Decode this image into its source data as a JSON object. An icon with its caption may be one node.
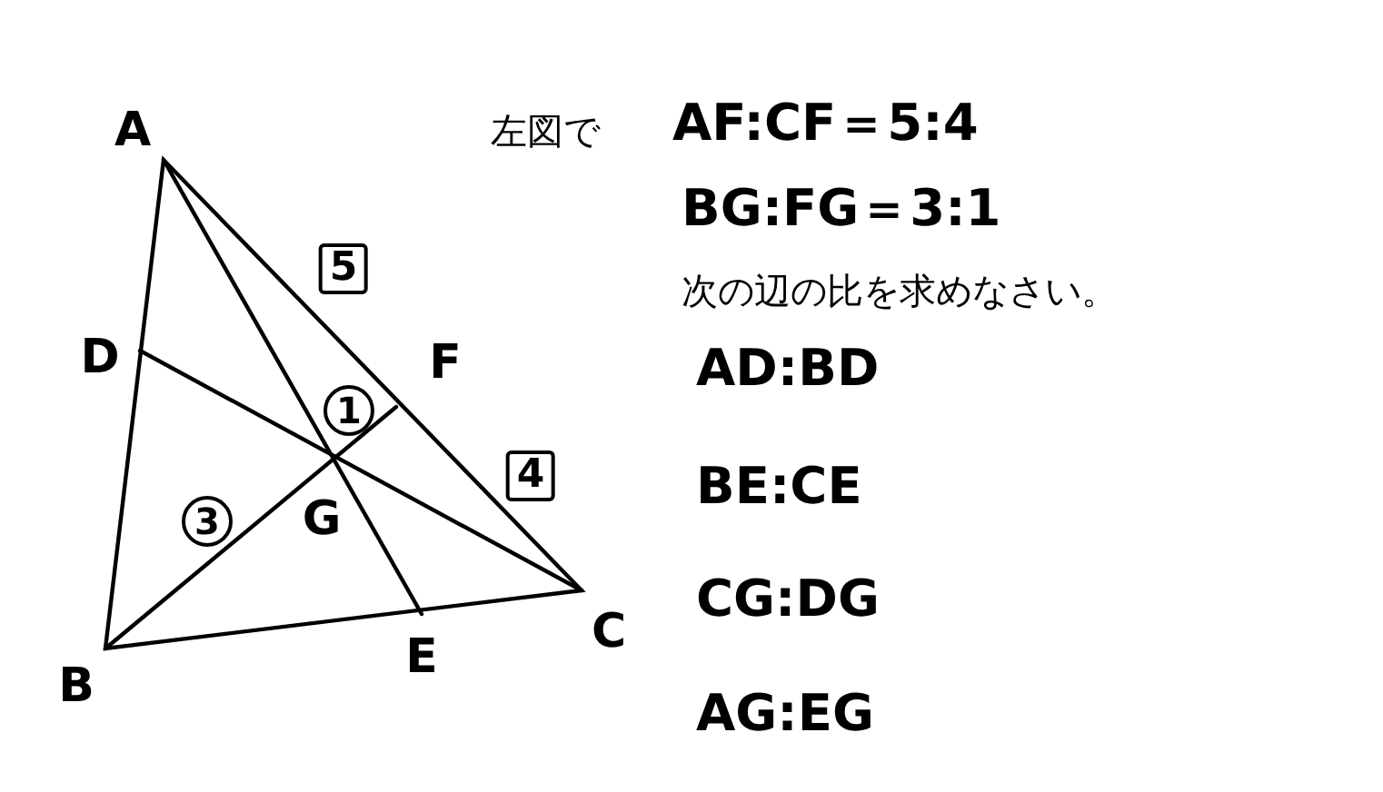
{
  "diagram": {
    "labels": [
      "A",
      "左図で",
      "AF:CF＝5:4",
      "BG:FG＝3:1",
      "5",
      "次の辺の比を求めなさい。",
      "D",
      "F",
      "AD:BD",
      "1",
      "4",
      "3",
      "G",
      "BE:CE",
      "C",
      "B",
      "E",
      "CG:DG",
      "AG:EG"
    ]
  }
}
